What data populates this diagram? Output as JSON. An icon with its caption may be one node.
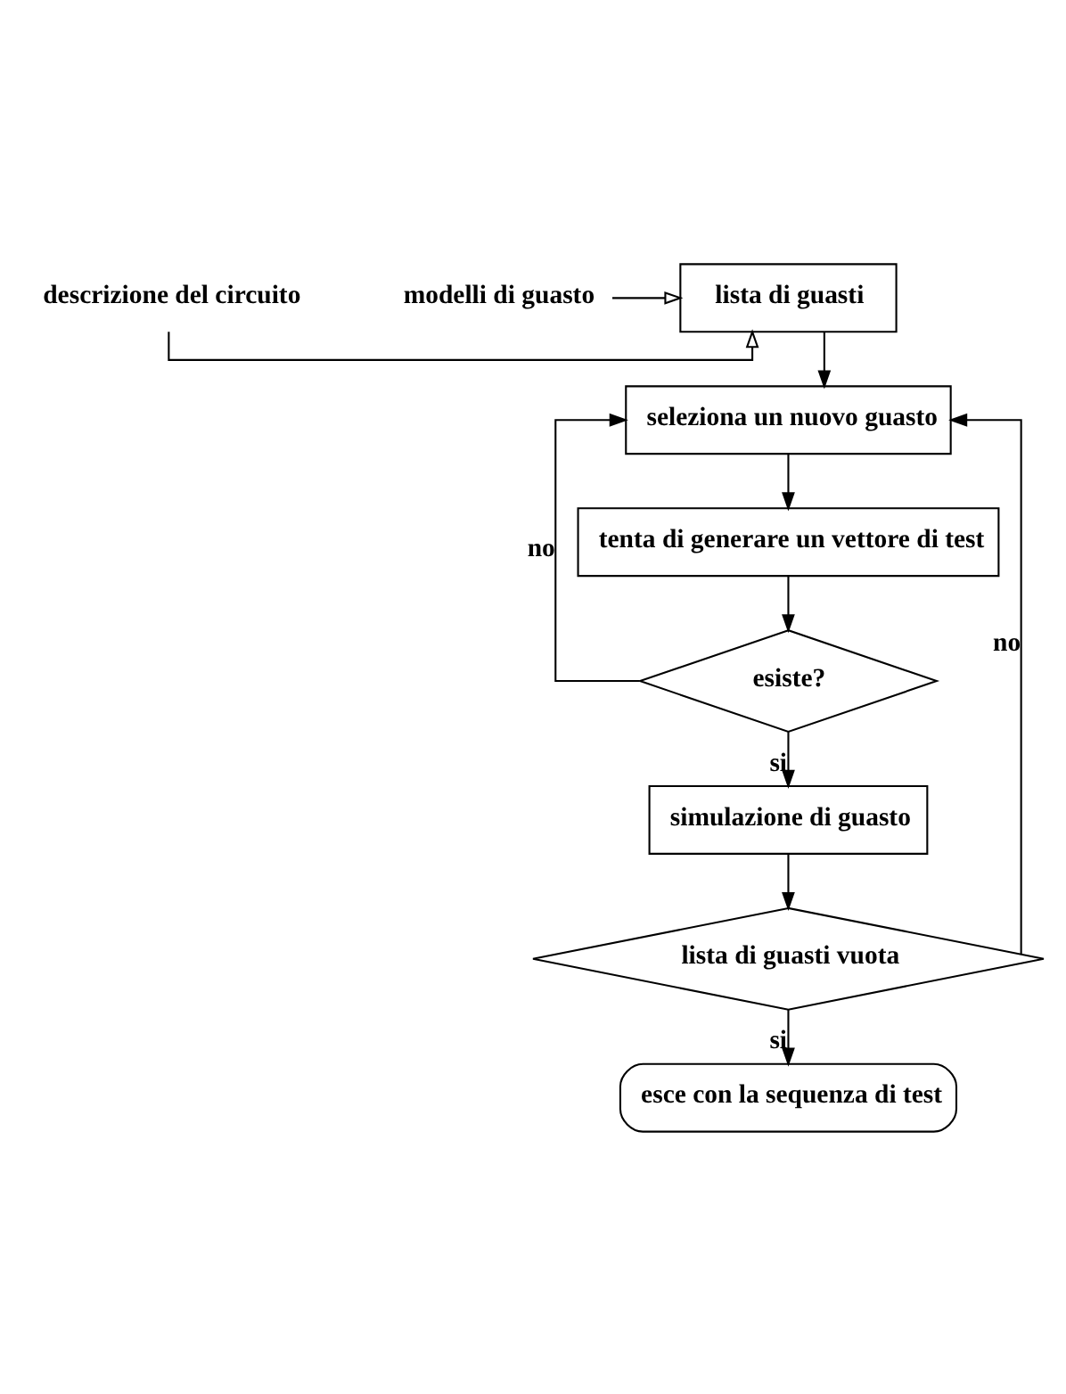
{
  "diagram": {
    "nodes": [
      {
        "text": [
          "descrizione del circuito"
        ]
      },
      {
        "text": [
          "modelli di guasto"
        ]
      },
      {
        "text": [
          "lista di guasti"
        ]
      },
      {
        "text": [
          "seleziona un nuovo guasto"
        ]
      },
      {
        "text": [
          "tenta di generare un vettore di test"
        ]
      },
      {
        "text": [
          "esiste?"
        ]
      },
      {
        "text": [
          "simulazione di guasto"
        ]
      },
      {
        "text": [
          "lista di guasti vuota"
        ]
      },
      {
        "text": [
          "esce con la sequenza di test"
        ]
      }
    ],
    "edges": [
      {
        "from": 0,
        "to": 2,
        "arrow": "to"
      },
      {
        "from": 1,
        "to": 2,
        "arrow": "to"
      },
      {
        "from": 2,
        "to": 3,
        "arrow": "to"
      },
      {
        "from": 3,
        "to": 4,
        "arrow": "to"
      },
      {
        "from": 4,
        "to": 5,
        "arrow": "to"
      },
      {
        "from": 5,
        "to": 6,
        "label": "si",
        "arrow": "to"
      },
      {
        "from": 5,
        "to": 3,
        "label": "no",
        "arrow": "to"
      },
      {
        "from": 6,
        "to": 7,
        "arrow": "to"
      },
      {
        "from": 7,
        "to": 8,
        "label": "si",
        "arrow": "to"
      },
      {
        "from": 7,
        "to": 3,
        "label": "no",
        "arrow": "to"
      }
    ]
  }
}
